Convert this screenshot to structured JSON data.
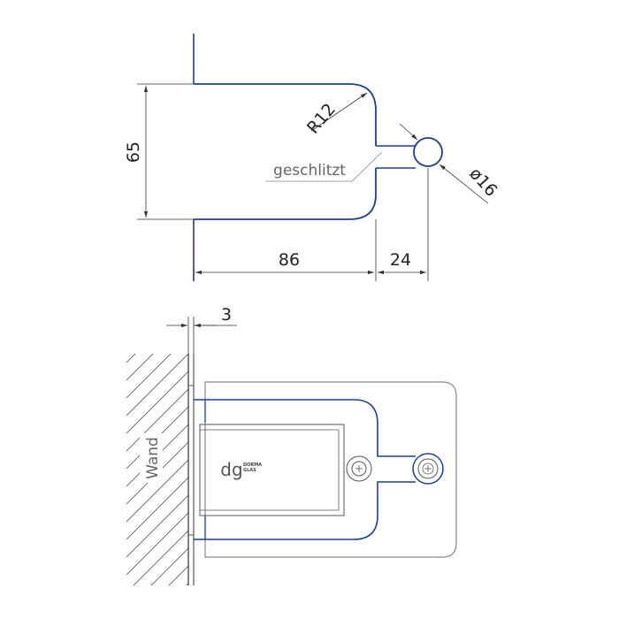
{
  "top_view": {
    "dim_height": "65",
    "dim_width": "86",
    "dim_extension": "24",
    "dim_radius": "R12",
    "dim_hole": "ø16",
    "slot_note": "geschlitzt"
  },
  "side_view": {
    "dim_thickness": "3",
    "wall_label": "Wand",
    "logo_line1": "DORMA",
    "logo_line2": "GLAS",
    "logo_mark": "dg"
  },
  "colors": {
    "outline_blue": "#1f3f8f",
    "dimension_line": "#333333",
    "leader_grey": "#888888",
    "hatch": "#555555"
  }
}
